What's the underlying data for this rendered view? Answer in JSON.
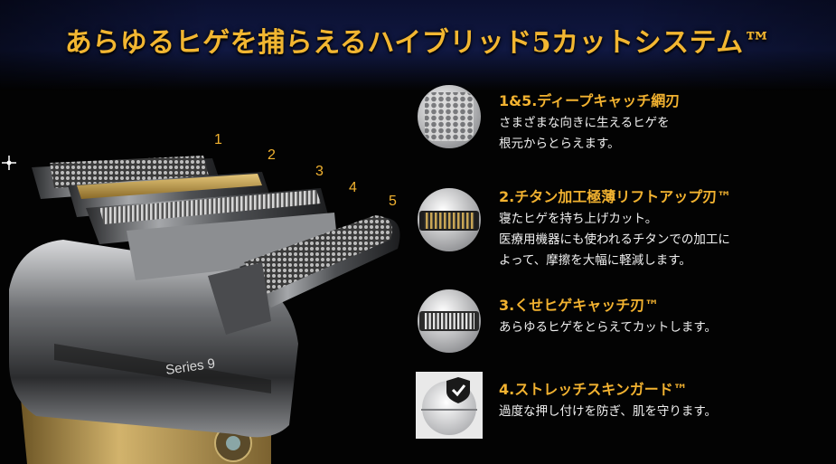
{
  "headline": "あらゆるヒゲを捕らえるハイブリッド5カットシステム™",
  "blade_numbers": [
    "1",
    "2",
    "3",
    "4",
    "5"
  ],
  "product_label": "Series 9",
  "features": [
    {
      "title": "1&5.ディープキャッチ網刃",
      "lines": [
        "さまざまな向きに生えるヒゲを",
        "根元からとらえます。"
      ],
      "icon": "mesh-foil-icon"
    },
    {
      "title": "2.チタン加工極薄リフトアップ刃™",
      "lines": [
        "寝たヒゲを持ち上げカット。",
        "医療用機器にも使われるチタンでの加工に",
        "よって、摩擦を大幅に軽減します。"
      ],
      "icon": "titanium-lift-blade-icon"
    },
    {
      "title": "3.くせヒゲキャッチ刃™",
      "lines": [
        "あらゆるヒゲをとらえてカットします。"
      ],
      "icon": "comb-trimmer-icon"
    },
    {
      "title": "4.ストレッチスキンガード™",
      "lines": [
        "過度な押し付けを防ぎ、肌を守ります。"
      ],
      "icon": "skin-guard-check-icon"
    }
  ],
  "colors": {
    "accent_gold": "#f2b230",
    "background": "#030303",
    "navy_band": "#101842"
  }
}
